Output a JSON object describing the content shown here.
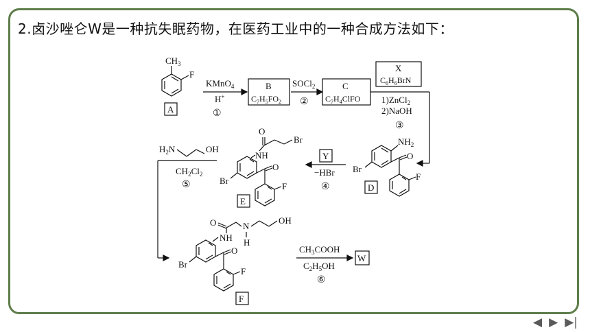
{
  "question": {
    "text": "2.卤沙唑仑W是一种抗失眠药物，在医药工业中的一种合成方法如下："
  },
  "labels": {
    "A": "A",
    "B": "B",
    "C": "C",
    "D": "D",
    "E": "E",
    "F": "F",
    "W": "W",
    "X": "X",
    "Y": "Y"
  },
  "formulas": {
    "B_main": "C",
    "B_s1": "7",
    "B_m1": "H",
    "B_s2": "5",
    "B_m2": "FO",
    "B_s3": "2",
    "C_main": "C",
    "C_s1": "7",
    "C_m1": "H",
    "C_s2": "4",
    "C_m2": "ClFO",
    "X_main": "C",
    "X_s1": "6",
    "X_m1": "H",
    "X_s2": "6",
    "X_m2": "BrN"
  },
  "reagents": {
    "r1_top": "KMnO",
    "r1_top_sub": "4",
    "r1_bottom": "H",
    "r1_bottom_sup": "+",
    "r1_step": "①",
    "r2_top": "SOCl",
    "r2_top_sub": "2",
    "r2_step": "②",
    "r3_line1": "1)ZnCl",
    "r3_line1_sub": "2",
    "r3_line2": "2)NaOH",
    "r3_step": "③",
    "r4_bottom": "−HBr",
    "r4_step": "④",
    "r5_top_h": "H",
    "r5_top_h_sub": "2",
    "r5_top_n": "N",
    "r5_top_oh": "OH",
    "r5_bottom": "CH",
    "r5_bottom_s1": "2",
    "r5_bottom_m": "Cl",
    "r5_bottom_s2": "2",
    "r5_step": "⑤",
    "r6_top": "CH",
    "r6_top_sub": "3",
    "r6_top_rest": "COOH",
    "r6_bottom": "C",
    "r6_bottom_s1": "2",
    "r6_bottom_m": "H",
    "r6_bottom_s2": "5",
    "r6_bottom_rest": "OH",
    "r6_step": "⑥"
  },
  "atoms": {
    "A_ch3": "CH",
    "A_ch3_sub": "3",
    "A_f": "F",
    "D_nh2": "NH",
    "D_nh2_sub": "2",
    "D_o": "O",
    "D_br": "Br",
    "D_f": "F",
    "E_o1": "O",
    "E_br1": "Br",
    "E_nh": "NH",
    "E_o2": "O",
    "E_br2": "Br",
    "E_f": "F",
    "F_o1": "O",
    "F_n": "N",
    "F_h": "H",
    "F_oh": "OH",
    "F_nh": "NH",
    "F_o2": "O",
    "F_br": "Br",
    "F_f": "F"
  },
  "nav": {
    "prev": "◀",
    "next": "▶",
    "last": "▶|"
  }
}
